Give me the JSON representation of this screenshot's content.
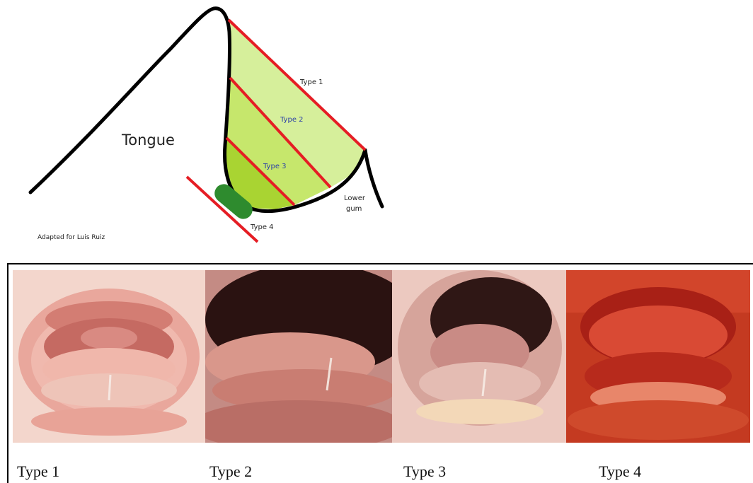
{
  "diagram": {
    "tongue_label": "Tongue",
    "gum_label_line1": "Lower",
    "gum_label_line2": "gum",
    "credit": "Adapted for Luis Ruiz",
    "zone_labels": [
      "Type 1",
      "Type 2",
      "Type 3",
      "Type 4"
    ],
    "colors": {
      "outline": "#000000",
      "cut_lines": "#e51d24",
      "zone_light": "#d6ef9b",
      "zone_mid": "#c0e45a",
      "zone_dark": "#a5d22e",
      "type4_blob": "#2e8b2e",
      "zone_label_text": "#2b3fa8"
    }
  },
  "photos": {
    "captions": [
      "Type 1",
      "Type 2",
      "Type 3",
      "Type 4"
    ],
    "colors": {
      "type1_skin": "#f2cfc4",
      "type2_skin": "#c98a83",
      "type3_skin": "#e8c4bb",
      "type4_skin": "#d2452b",
      "mouth_dark": "#2a1211"
    }
  }
}
